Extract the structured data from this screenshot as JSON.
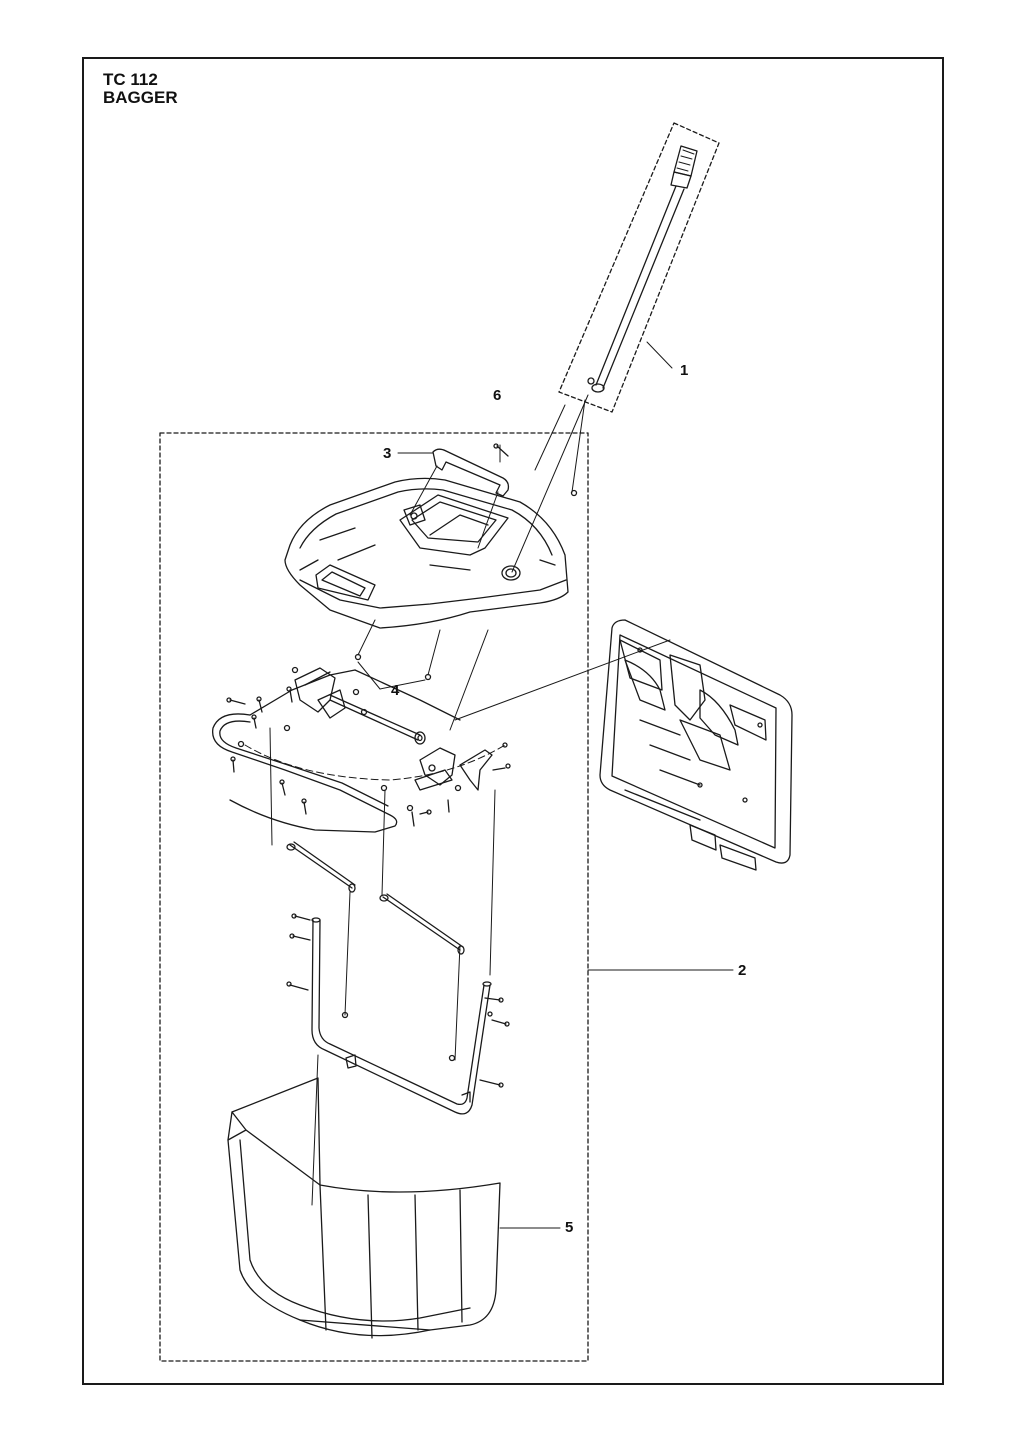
{
  "title": {
    "model": "TC 112",
    "name": "BAGGER"
  },
  "callouts": [
    "1",
    "2",
    "3",
    "4",
    "5",
    "6"
  ],
  "colors": {
    "line": "#1a1a1a",
    "background": "#ffffff"
  }
}
